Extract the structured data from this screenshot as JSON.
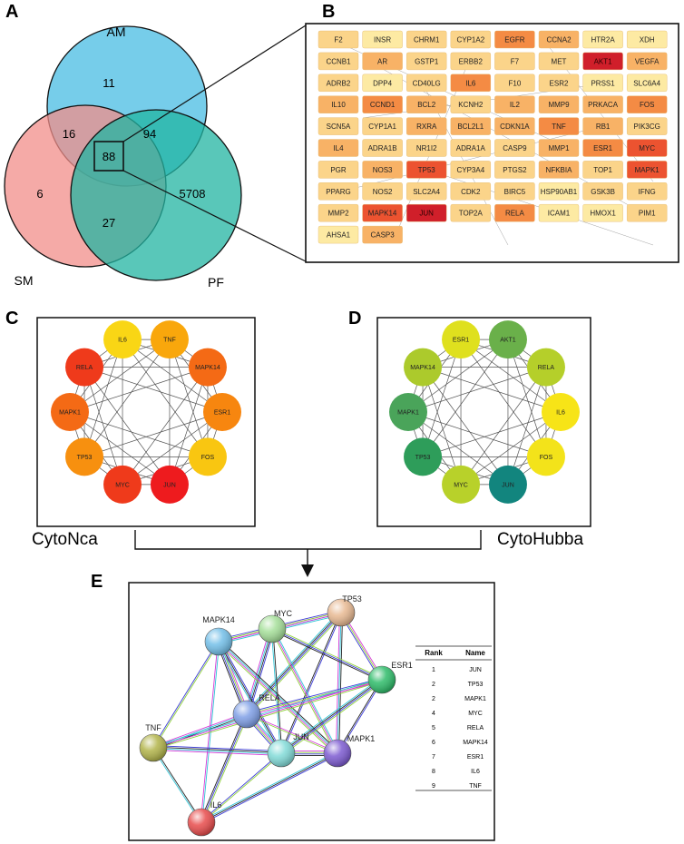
{
  "panel_labels": {
    "a": "A",
    "b": "B",
    "c": "C",
    "d": "D",
    "e": "E"
  },
  "venn": {
    "sets": {
      "am": "AM",
      "sm": "SM",
      "pf": "PF"
    },
    "counts": {
      "am_only": "11",
      "sm_am": "16",
      "core": "88",
      "am_pf": "94",
      "sm_only": "6",
      "pf_only": "5708",
      "sm_pf": "27"
    },
    "colors": {
      "am": "#5ec4e6",
      "sm": "#f28e8a",
      "pf": "#21b4a2"
    }
  },
  "grid": {
    "rows": [
      [
        "F2",
        "INSR",
        "CHRM1",
        "CYP1A2",
        "EGFR",
        "CCNA2",
        "HTR2A",
        "XDH"
      ],
      [
        "CCNB1",
        "AR",
        "GSTP1",
        "ERBB2",
        "F7",
        "MET",
        "AKT1",
        "VEGFA"
      ],
      [
        "ADRB2",
        "DPP4",
        "CD40LG",
        "IL6",
        "F10",
        "ESR2",
        "PRSS1",
        "SLC6A4"
      ],
      [
        "IL10",
        "CCND1",
        "BCL2",
        "KCNH2",
        "IL2",
        "MMP9",
        "PRKACA",
        "FOS"
      ],
      [
        "SCN5A",
        "CYP1A1",
        "RXRA",
        "BCL2L1",
        "CDKN1A",
        "TNF",
        "RB1",
        "PIK3CG"
      ],
      [
        "IL4",
        "ADRA1B",
        "NR1I2",
        "ADRA1A",
        "CASP9",
        "MMP1",
        "ESR1",
        "MYC"
      ],
      [
        "PGR",
        "NOS3",
        "TP53",
        "CYP3A4",
        "PTGS2",
        "NFKBIA",
        "TOP1",
        "MAPK1"
      ],
      [
        "PPARG",
        "NOS2",
        "SLC2A4",
        "CDK2",
        "BIRC5",
        "HSP90AB1",
        "GSK3B",
        "IFNG"
      ],
      [
        "MMP2",
        "MAPK14",
        "JUN",
        "TOP2A",
        "RELA",
        "ICAM1",
        "HMOX1",
        "PIM1"
      ],
      [
        "AHSA1",
        "CASP3"
      ]
    ],
    "levels": [
      [
        1,
        0,
        1,
        1,
        3,
        2,
        0,
        0
      ],
      [
        1,
        2,
        1,
        1,
        1,
        1,
        5,
        2
      ],
      [
        1,
        0,
        1,
        3,
        1,
        1,
        0,
        0
      ],
      [
        2,
        3,
        2,
        1,
        2,
        2,
        2,
        3
      ],
      [
        1,
        1,
        2,
        2,
        2,
        3,
        2,
        1
      ],
      [
        2,
        1,
        1,
        1,
        1,
        2,
        3,
        4
      ],
      [
        1,
        2,
        4,
        1,
        1,
        2,
        1,
        4
      ],
      [
        1,
        1,
        1,
        1,
        1,
        0,
        1,
        1
      ],
      [
        1,
        4,
        5,
        1,
        3,
        0,
        0,
        1
      ],
      [
        0,
        2
      ]
    ],
    "palette": [
      "#fdeaa3",
      "#fbd48a",
      "#f8b266",
      "#f48b44",
      "#ec5330",
      "#d01f2a"
    ]
  },
  "cytonca": {
    "title": "CytoNca",
    "nodes": [
      {
        "label": "IL6",
        "color": "#f9d615"
      },
      {
        "label": "TNF",
        "color": "#f9a70c"
      },
      {
        "label": "MAPK14",
        "color": "#f46a15"
      },
      {
        "label": "ESR1",
        "color": "#f7860f"
      },
      {
        "label": "FOS",
        "color": "#f9c611"
      },
      {
        "label": "JUN",
        "color": "#ee1b1e"
      },
      {
        "label": "MYC",
        "color": "#ef3a1b"
      },
      {
        "label": "TP53",
        "color": "#f7900f"
      },
      {
        "label": "MAPK1",
        "color": "#f46a15"
      },
      {
        "label": "RELA",
        "color": "#ef3a1b"
      }
    ]
  },
  "cytohubba": {
    "title": "CytoHubba",
    "nodes": [
      {
        "label": "AKT1",
        "color": "#6ab04a"
      },
      {
        "label": "RELA",
        "color": "#b5cf2a"
      },
      {
        "label": "IL6",
        "color": "#f7e417"
      },
      {
        "label": "FOS",
        "color": "#f3e31a"
      },
      {
        "label": "JUN",
        "color": "#12857e"
      },
      {
        "label": "MYC",
        "color": "#b8d12a"
      },
      {
        "label": "TP53",
        "color": "#2e9d5a"
      },
      {
        "label": "MAPK1",
        "color": "#4aa45a"
      },
      {
        "label": "MAPK14",
        "color": "#acca2c"
      },
      {
        "label": "ESR1",
        "color": "#dfe01e"
      }
    ]
  },
  "string_network": {
    "nodes": [
      {
        "label": "TP53",
        "color": "#e8b992"
      },
      {
        "label": "MYC",
        "color": "#a5df99"
      },
      {
        "label": "MAPK14",
        "color": "#73bfe8"
      },
      {
        "label": "ESR1",
        "color": "#2fbc6a"
      },
      {
        "label": "RELA",
        "color": "#7f9fe6"
      },
      {
        "label": "TNF",
        "color": "#b2b44a"
      },
      {
        "label": "JUN",
        "color": "#82dbd8"
      },
      {
        "label": "MAPK1",
        "color": "#7d5bd1"
      },
      {
        "label": "IL6",
        "color": "#e84c4c"
      }
    ]
  },
  "rank_table": {
    "headers": [
      "Rank",
      "Name"
    ],
    "rows": [
      [
        "1",
        "JUN"
      ],
      [
        "2",
        "TP53"
      ],
      [
        "2",
        "MAPK1"
      ],
      [
        "4",
        "MYC"
      ],
      [
        "5",
        "RELA"
      ],
      [
        "6",
        "MAPK14"
      ],
      [
        "7",
        "ESR1"
      ],
      [
        "8",
        "IL6"
      ],
      [
        "9",
        "TNF"
      ]
    ]
  }
}
